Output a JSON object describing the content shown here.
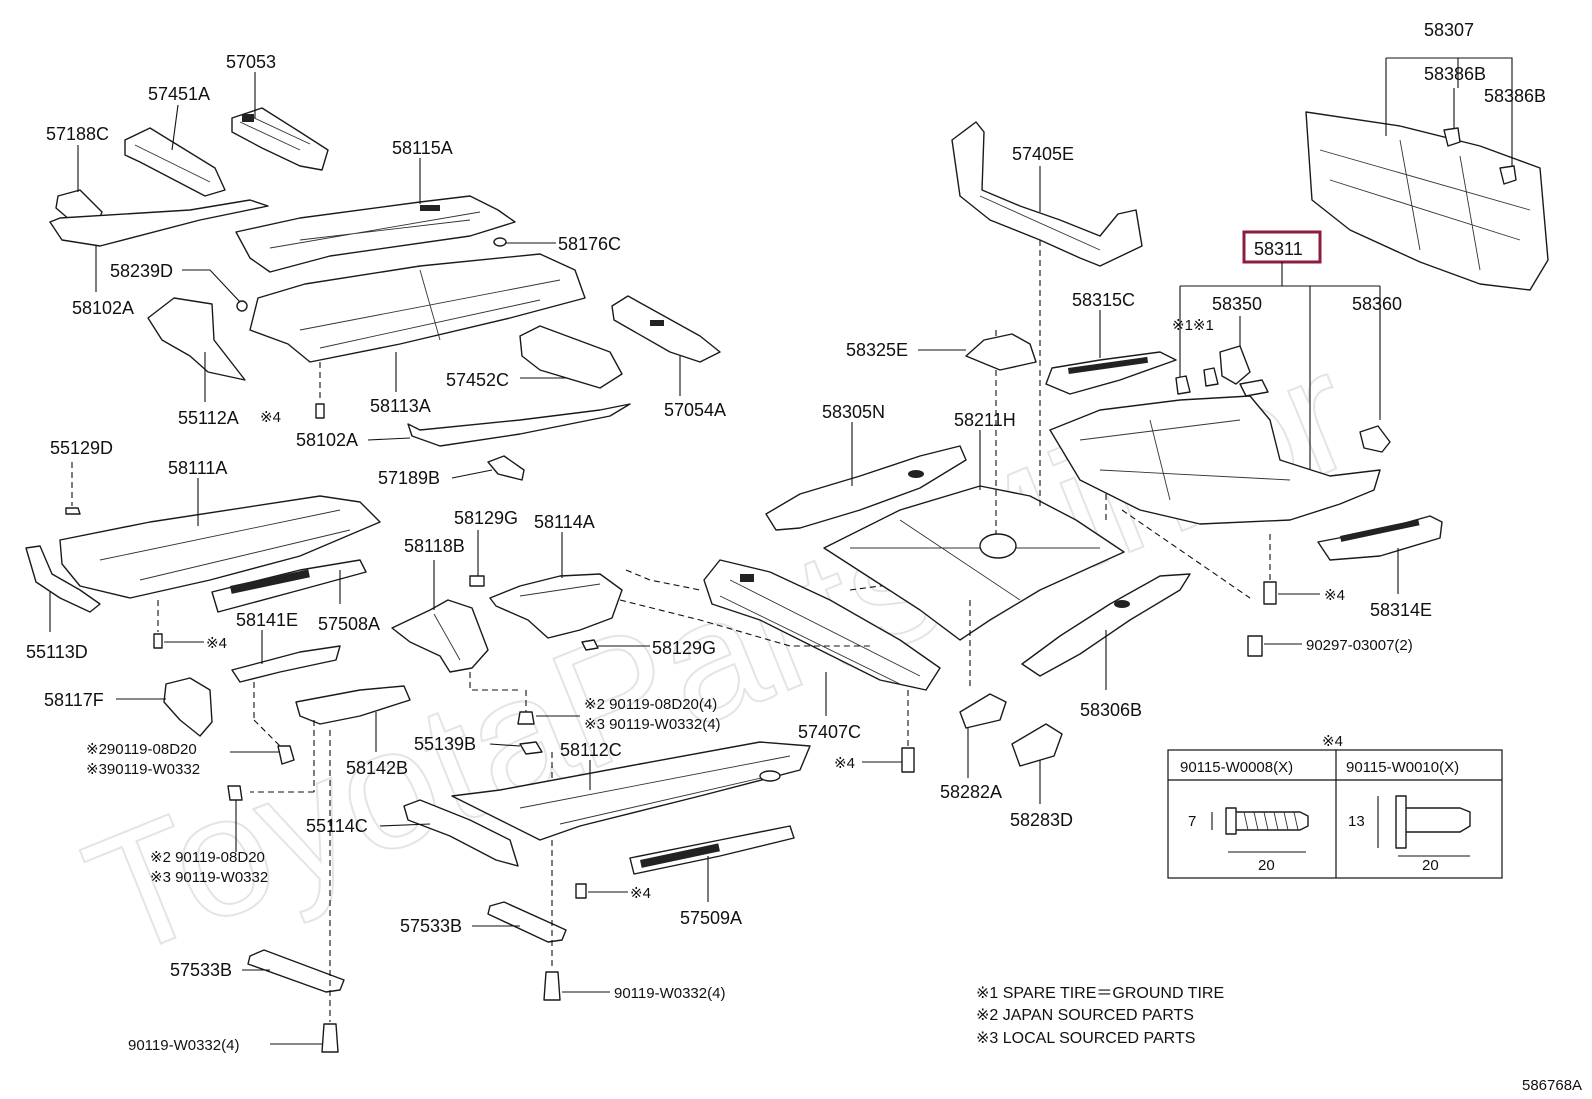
{
  "diagram": {
    "watermark": "ToyotaPartsMirror",
    "figure_id": "586768A",
    "highlighted_part": "58311",
    "highlight_color": "#8a1f3c",
    "labels": {
      "p57053": "57053",
      "p57451A": "57451A",
      "p57188C": "57188C",
      "p58115A": "58115A",
      "p58176C": "58176C",
      "p58239D": "58239D",
      "p58102A_1": "58102A",
      "p55112A": "55112A",
      "p58113A": "58113A",
      "p57452C": "57452C",
      "p57054A": "57054A",
      "p58102A_2": "58102A",
      "star4_a": "※4",
      "p57189B": "57189B",
      "p55129D": "55129D",
      "p58111A": "58111A",
      "p58129G_1": "58129G",
      "p58114A": "58114A",
      "p58118B": "58118B",
      "p55113D": "55113D",
      "star4_b": "※4",
      "p58141E": "58141E",
      "p57508A": "57508A",
      "p58129G_2": "58129G",
      "p58117F": "58117F",
      "bolt_a1": "※2 90119-08D20(4)",
      "bolt_a2": "※3 90119-W0332(4)",
      "bolt_b1": "※290119-08D20",
      "bolt_b2": "※390119-W0332",
      "p58142B": "58142B",
      "p55139B": "55139B",
      "p58112C": "58112C",
      "p55114C": "55114C",
      "bolt_c1": "※2 90119-08D20",
      "bolt_c2": "※3 90119-W0332",
      "star4_c": "※4",
      "p57509A": "57509A",
      "p57533B_1": "57533B",
      "p57533B_2": "57533B",
      "bolt_d": "90119-W0332(4)",
      "bolt_e": "90119-W0332(4)",
      "p57405E": "57405E",
      "p58307": "58307",
      "p58386B_1": "58386B",
      "p58386B_2": "58386B",
      "p58311": "58311",
      "p58315C": "58315C",
      "p58350": "58350",
      "p58360": "58360",
      "star1_pair": "※1※1",
      "p58325E": "58325E",
      "p58305N": "58305N",
      "p58211H": "58211H",
      "p57407C": "57407C",
      "star4_d": "※4",
      "p58282A": "58282A",
      "p58283D": "58283D",
      "p58306B": "58306B",
      "star4_e": "※4",
      "p58314E": "58314E",
      "bolt_f": "90297-03007(2)"
    },
    "table": {
      "header_note": "※4",
      "col1_title": "90115-W0008(X)",
      "col2_title": "90115-W0010(X)",
      "col1_dim_h": "7",
      "col1_dim_l": "20",
      "col2_dim_h": "13",
      "col2_dim_l": "20"
    },
    "notes": [
      "※1 SPARE TIRE＝GROUND TIRE",
      "※2 JAPAN SOURCED PARTS",
      "※3 LOCAL SOURCED PARTS"
    ]
  }
}
